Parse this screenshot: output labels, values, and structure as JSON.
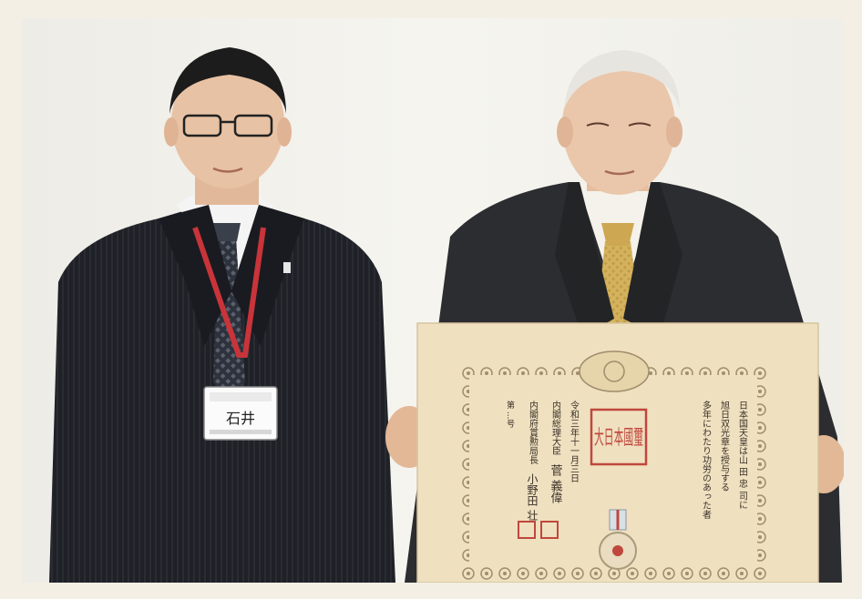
{
  "photo": {
    "name_badge": {
      "name": "石井"
    },
    "certificate": {
      "recipient_line": "日本国天皇は山 田 忠 司に",
      "award_line_1": "旭日双光章を授与する",
      "award_line_2": "多年にわたり功労のあった者",
      "date_line": "令和三年十一月三日",
      "minister_title": "内閣総理大臣",
      "minister_name": "菅 義偉",
      "secretary_title": "内閣府賞勲局長",
      "secretary_name": "小野田 壮",
      "issuer_mark": "第 ...号",
      "seal_text": "大日本國璽"
    },
    "colors": {
      "background_wall": "#f2f1ec",
      "suit_left": "#1f2127",
      "suit_right": "#2c2d30",
      "lanyard": "#c8343a",
      "certificate_paper": "#efe0c0",
      "seal_red": "#c0473d",
      "tie_gold": "#d4b25e"
    }
  }
}
